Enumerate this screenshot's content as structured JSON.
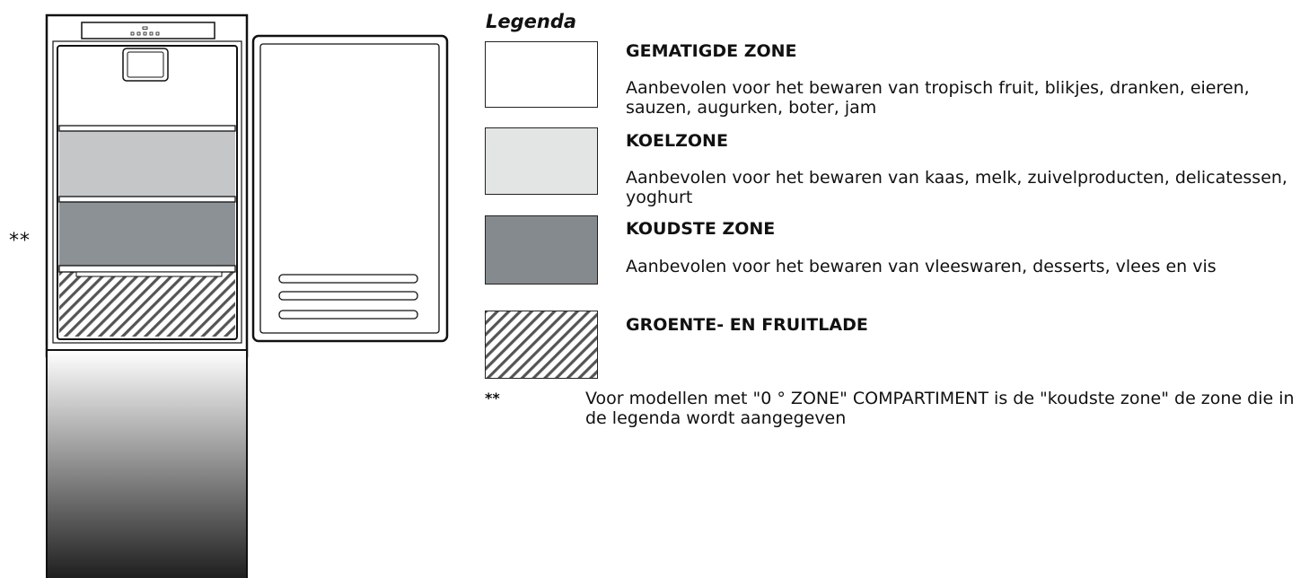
{
  "side_marker": "**",
  "legend": {
    "title": "Legenda",
    "zones": [
      {
        "name": "GEMATIGDE ZONE",
        "description": "Aanbevolen voor het bewaren van tropisch fruit, blikjes, dranken, eieren, sauzen, augurken, boter, jam",
        "swatch_color": "#ffffff",
        "pattern": "solid"
      },
      {
        "name": "KOELZONE",
        "description": "Aanbevolen voor het bewaren van kaas, melk, zuivelproducten, delicatessen, yoghurt",
        "swatch_color": "#e3e4e4",
        "pattern": "solid"
      },
      {
        "name": "KOUDSTE ZONE",
        "description": "Aanbevolen voor het bewaren van vleeswaren, desserts, vlees en vis",
        "swatch_color": "#858a8e",
        "pattern": "solid"
      },
      {
        "name": "GROENTE- EN FRUITLADE",
        "description": "",
        "swatch_color": "#555555",
        "pattern": "diagonal-hatch"
      }
    ]
  },
  "footnote": {
    "marker": "**",
    "text": "Voor modellen met \"0 ° ZONE\" COMPARTIMENT is de \"koudste zone\" de zone die in de legenda wordt aangegeven"
  },
  "fridge_colors": {
    "cool_shelf": "#c4c6c8",
    "coldest_shelf": "#8c9195",
    "freezer_gradient_top": "#ffffff",
    "freezer_gradient_bottom": "#1a1a1a"
  }
}
